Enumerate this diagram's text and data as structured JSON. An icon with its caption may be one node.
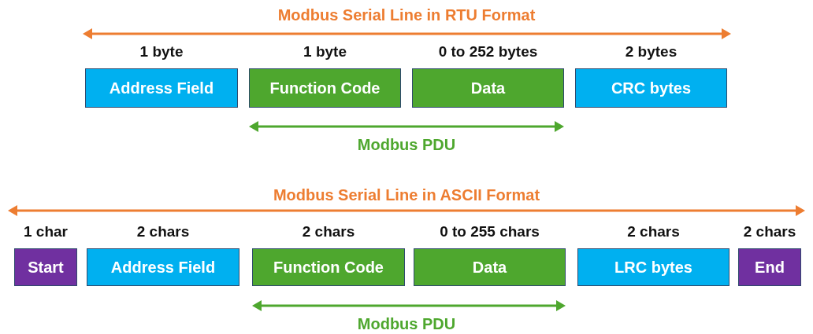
{
  "diagram": {
    "nodes": [
      {
        "text": [
          "Address Field"
        ],
        "beside": [
          "1 byte"
        ]
      },
      {
        "text": [
          "Function Code"
        ],
        "beside": [
          "1 byte"
        ]
      },
      {
        "text": [
          "Data"
        ],
        "beside": [
          "0 to 252 bytes"
        ]
      },
      {
        "text": [
          "CRC bytes"
        ],
        "beside": [
          "2 bytes"
        ]
      },
      {
        "text": [
          "Start"
        ],
        "beside": [
          "1 char"
        ]
      },
      {
        "text": [
          "Address Field"
        ],
        "beside": [
          "2 chars"
        ]
      },
      {
        "text": [
          "Function Code"
        ],
        "beside": [
          "2 chars"
        ]
      },
      {
        "text": [
          "Data"
        ],
        "beside": [
          "0 to 255 chars"
        ]
      },
      {
        "text": [
          "LRC bytes"
        ],
        "beside": [
          "2 chars"
        ]
      },
      {
        "text": [
          "End"
        ],
        "beside": [
          "2 chars"
        ]
      }
    ],
    "edges": [],
    "labels": [
      "Modbus Serial Line in RTU Format",
      "Modbus PDU",
      "Modbus Serial Line in ASCII Format",
      "Modbus PDU"
    ]
  }
}
